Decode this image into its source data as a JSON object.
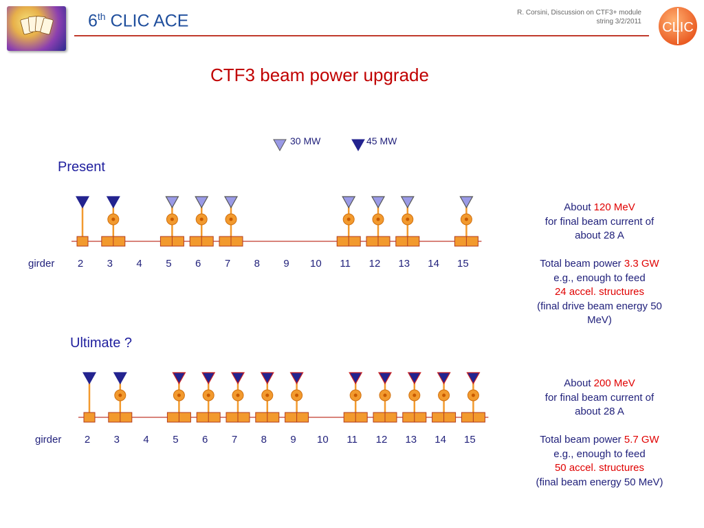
{
  "header": {
    "conf_title_base": "6",
    "conf_title_sup": "th",
    "conf_title_rest": " CLIC ACE",
    "author_line1": "R. Corsini, Discussion on CTF3+ module",
    "author_line2": "string  3/2/2011",
    "logo_right_text": "CLIC"
  },
  "slide_title": "CTF3 beam power upgrade",
  "legend": {
    "mw30": "30 MW",
    "mw45": "45 MW"
  },
  "colors": {
    "light_triangle": "#9a9ae6",
    "dark_triangle": "#23238f",
    "orange": "#f29a2e",
    "beamline": "#c0392b",
    "accent_red": "#e00000"
  },
  "sections": [
    {
      "label": "Present",
      "girder_label": "girder",
      "girder_numbers": [
        "2",
        "3",
        "4",
        "5",
        "6",
        "7",
        "8",
        "9",
        "10",
        "11",
        "12",
        "13",
        "14",
        "15"
      ],
      "girders": [
        {
          "n": 2,
          "type": "single",
          "triangle": "dark",
          "pump": false
        },
        {
          "n": 3,
          "type": "double",
          "triangle": "dark",
          "pump": true
        },
        {
          "n": 5,
          "type": "double",
          "triangle": "light",
          "pump": true
        },
        {
          "n": 6,
          "type": "double",
          "triangle": "light",
          "pump": true
        },
        {
          "n": 7,
          "type": "double",
          "triangle": "light",
          "pump": true
        },
        {
          "n": 11,
          "type": "double",
          "triangle": "light",
          "pump": true
        },
        {
          "n": 12,
          "type": "double",
          "triangle": "light",
          "pump": true
        },
        {
          "n": 13,
          "type": "double",
          "triangle": "light",
          "pump": true
        },
        {
          "n": 15,
          "type": "double",
          "triangle": "light",
          "pump": true
        }
      ],
      "side": {
        "l1_pre": "About ",
        "l1_val": "120 MeV",
        "l2": "for final beam current of",
        "l3": "about 28 A",
        "l4_pre": "Total beam power ",
        "l4_val": "3.3 GW",
        "l5": "e.g., enough to feed",
        "l6": "24 accel. structures",
        "l7": "(final drive beam energy 50",
        "l8": "MeV)"
      }
    },
    {
      "label": "Ultimate ?",
      "girder_label": "girder",
      "girder_numbers": [
        "2",
        "3",
        "4",
        "5",
        "6",
        "7",
        "8",
        "9",
        "10",
        "11",
        "12",
        "13",
        "14",
        "15"
      ],
      "girders": [
        {
          "n": 2,
          "type": "single",
          "triangle": "dark",
          "pump": false
        },
        {
          "n": 3,
          "type": "double",
          "triangle": "dark",
          "pump": true
        },
        {
          "n": 5,
          "type": "double",
          "triangle": "dark-red",
          "pump": true
        },
        {
          "n": 6,
          "type": "double",
          "triangle": "dark-red",
          "pump": true
        },
        {
          "n": 7,
          "type": "double",
          "triangle": "dark-red",
          "pump": true
        },
        {
          "n": 8,
          "type": "double",
          "triangle": "dark-red",
          "pump": true
        },
        {
          "n": 9,
          "type": "double",
          "triangle": "dark-red",
          "pump": true
        },
        {
          "n": 11,
          "type": "double",
          "triangle": "dark-red",
          "pump": true
        },
        {
          "n": 12,
          "type": "double",
          "triangle": "dark-red",
          "pump": true
        },
        {
          "n": 13,
          "type": "double",
          "triangle": "dark-red",
          "pump": true
        },
        {
          "n": 14,
          "type": "double",
          "triangle": "dark-red",
          "pump": true
        },
        {
          "n": 15,
          "type": "double",
          "triangle": "dark-red",
          "pump": true
        }
      ],
      "side": {
        "l1_pre": "About ",
        "l1_val": "200 MeV",
        "l2": "for final beam current of",
        "l3": "about 28 A",
        "l4_pre": "Total beam power ",
        "l4_val": "5.7 GW",
        "l5": "e.g., enough to feed",
        "l6": "50 accel. structures",
        "l7": "(final beam energy 50 MeV)",
        "l8": ""
      }
    }
  ]
}
